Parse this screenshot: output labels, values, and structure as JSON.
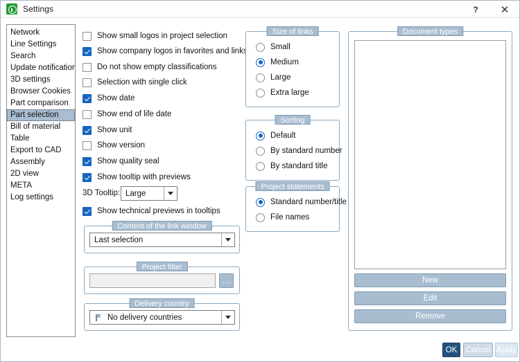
{
  "window": {
    "title": "Settings",
    "app_icon": "settings-green-icon",
    "help_label": "?",
    "close_label": "✕"
  },
  "sidebar": {
    "items": [
      {
        "label": "Network",
        "selected": false
      },
      {
        "label": "Line Settings",
        "selected": false
      },
      {
        "label": "Search",
        "selected": false
      },
      {
        "label": "Update notification",
        "selected": false
      },
      {
        "label": "3D settings",
        "selected": false
      },
      {
        "label": "Browser Cookies",
        "selected": false
      },
      {
        "label": "Part comparison",
        "selected": false
      },
      {
        "label": "Part selection",
        "selected": true
      },
      {
        "label": "Bill of material",
        "selected": false
      },
      {
        "label": "Table",
        "selected": false
      },
      {
        "label": "Export to CAD",
        "selected": false
      },
      {
        "label": "Assembly",
        "selected": false
      },
      {
        "label": "2D view",
        "selected": false
      },
      {
        "label": "META",
        "selected": false
      },
      {
        "label": "Log settings",
        "selected": false
      }
    ]
  },
  "checkboxes": [
    {
      "label": "Show small logos in project selection",
      "checked": false
    },
    {
      "label": "Show company logos in favorites and links",
      "checked": true
    },
    {
      "label": "Do not show empty classifications",
      "checked": false
    },
    {
      "label": "Selection with single click",
      "checked": false
    },
    {
      "label": "Show date",
      "checked": true
    },
    {
      "label": "Show end of life date",
      "checked": false
    },
    {
      "label": "Show unit",
      "checked": true
    },
    {
      "label": "Show version",
      "checked": false
    },
    {
      "label": "Show quality seal",
      "checked": true
    },
    {
      "label": "Show tooltip with previews",
      "checked": true
    },
    {
      "label": "Show technical previews in tooltips",
      "checked": true
    }
  ],
  "tooltip3d": {
    "label": "3D Tooltip:",
    "value": "Large"
  },
  "link_window": {
    "legend": "Content of the link window",
    "value": "Last selection"
  },
  "project_filter": {
    "legend": "Project filter",
    "value": "",
    "browse_label": "..."
  },
  "delivery_country": {
    "legend": "Delivery country",
    "value": "No delivery countries",
    "icon": "flag-icon"
  },
  "size_of_links": {
    "legend": "Size of links",
    "options": [
      {
        "label": "Small",
        "selected": false
      },
      {
        "label": "Medium",
        "selected": true
      },
      {
        "label": "Large",
        "selected": false
      },
      {
        "label": "Extra large",
        "selected": false
      }
    ]
  },
  "sorting": {
    "legend": "Sorting",
    "options": [
      {
        "label": "Default",
        "selected": true
      },
      {
        "label": "By standard number",
        "selected": false
      },
      {
        "label": "By standard title",
        "selected": false
      }
    ]
  },
  "project_statements": {
    "legend": "Project statements",
    "options": [
      {
        "label": "Standard number/title",
        "selected": true
      },
      {
        "label": "File names",
        "selected": false
      }
    ]
  },
  "document_types": {
    "legend": "Document types",
    "items": [],
    "buttons": [
      {
        "label": "New"
      },
      {
        "label": "Edit"
      },
      {
        "label": "Remove"
      }
    ]
  },
  "footer": {
    "ok_label": "OK",
    "cancel_label": "Cancel",
    "apply_label": "Apply"
  },
  "colors": {
    "accent": "#1565c0",
    "legend_bg": "#a8bdd0",
    "group_border": "#8ca9bf",
    "ok_bg": "#23527c",
    "app_icon": "#1f9d35"
  }
}
